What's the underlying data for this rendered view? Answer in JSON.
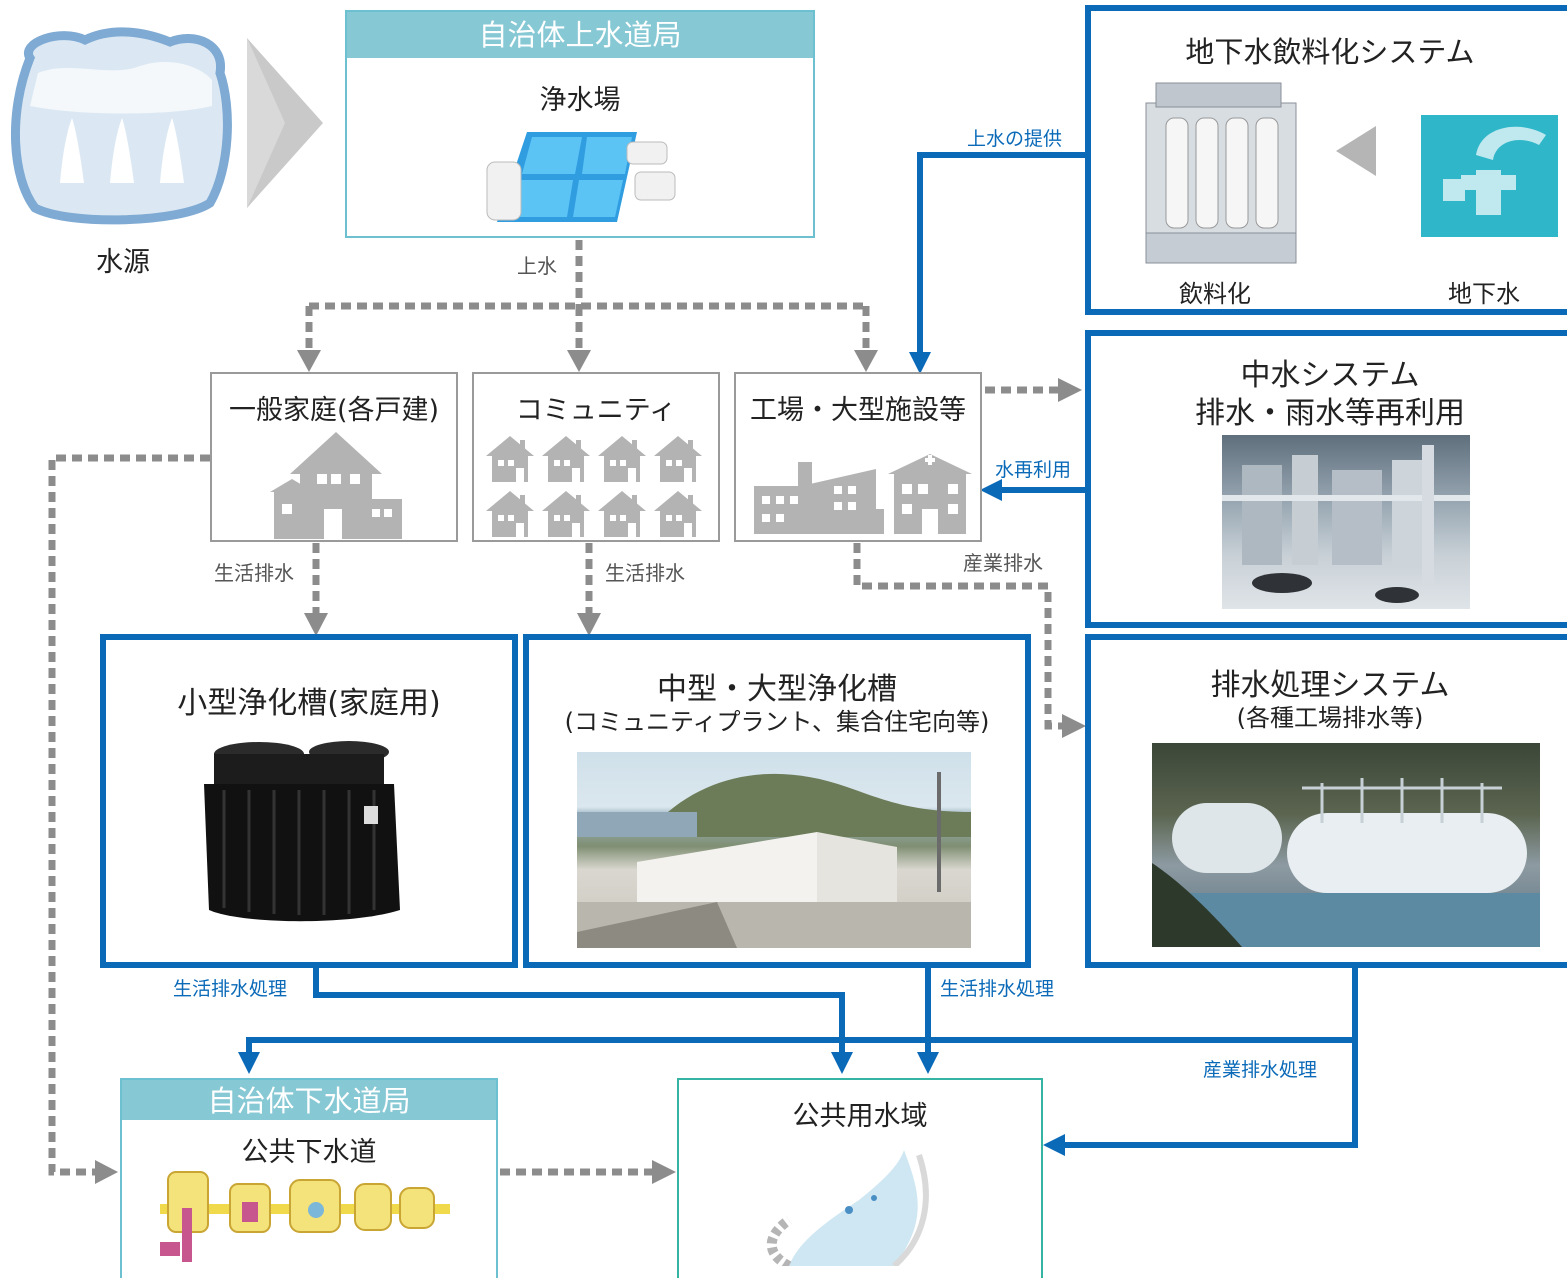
{
  "water_source": {
    "label": "水源"
  },
  "purification_plant": {
    "header": "自治体上水道局",
    "title": "浄水場"
  },
  "groundwater_system": {
    "title": "地下水飲料化システム",
    "potable_label": "飲料化",
    "groundwater_label": "地下水"
  },
  "households": {
    "title": "一般家庭(各戸建)"
  },
  "community": {
    "title": "コミュニティ"
  },
  "factory": {
    "title": "工場・大型施設等"
  },
  "greywater_system": {
    "title_line1": "中水システム",
    "title_line2": "排水・雨水等再利用"
  },
  "small_septic": {
    "title": "小型浄化槽(家庭用)"
  },
  "large_septic": {
    "title": "中型・大型浄化槽",
    "subtitle": "(コミュニティプラント、集合住宅向等)"
  },
  "wastewater_system": {
    "title": "排水処理システム",
    "subtitle": "(各種工場排水等)"
  },
  "sewerage": {
    "header": "自治体下水道局",
    "title": "公共下水道"
  },
  "public_waters": {
    "title": "公共用水域"
  },
  "flow_labels": {
    "tap_water": "上水",
    "domestic_wastewater_1": "生活排水",
    "domestic_wastewater_2": "生活排水",
    "industrial_wastewater": "産業排水",
    "tap_water_supply": "上水の提供",
    "water_reuse": "水再利用",
    "domestic_treatment_1": "生活排水処理",
    "domestic_treatment_2": "生活排水処理",
    "industrial_treatment": "産業排水処理"
  },
  "colors": {
    "treated_flow": "#0a6ab8",
    "untreated_flow": "#8c8c8c",
    "agency_header": "#86c8d4",
    "icon_gray": "#b3b3b3"
  }
}
